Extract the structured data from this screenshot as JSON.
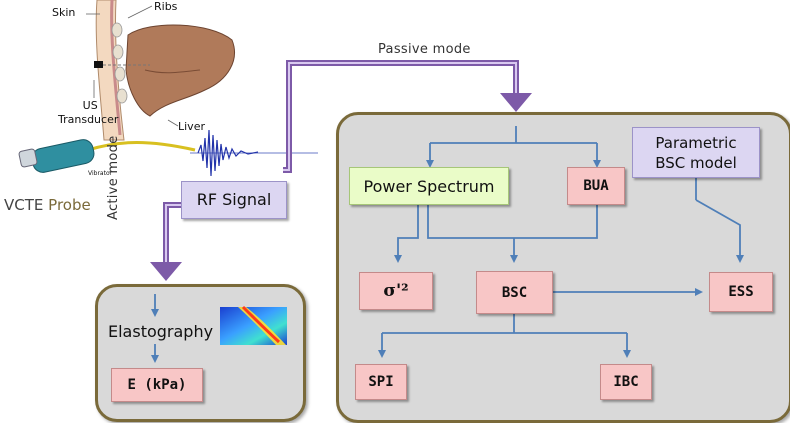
{
  "anatomy": {
    "skin": "Skin",
    "ribs": "Ribs",
    "us_transducer_line1": "US",
    "us_transducer_line2": "Transducer",
    "liver": "Liver"
  },
  "probe": {
    "vibrator": "Vibrator",
    "vcte_prefix": "VCTE",
    "vcte_suffix": "Probe"
  },
  "rf_signal": "RF Signal",
  "passive_mode": "Passive mode",
  "active_mode": "Active mode",
  "active_panel": {
    "elastography": "Elastography",
    "e_kpa": "E (kPa)"
  },
  "passive_panel": {
    "power_spectrum": "Power Spectrum",
    "bua": "BUA",
    "parametric_line1": "Parametric",
    "parametric_line2": "BSC model",
    "sigma": "σ'²",
    "bsc": "BSC",
    "ess": "ESS",
    "spi": "SPI",
    "ibc": "IBC"
  },
  "colors": {
    "panel_fill": "#d9d9d9",
    "panel_border": "#7a6a3a",
    "arrow_blue": "#4f7fb8",
    "mode_arrow": "#7d5aa8",
    "red_box": "#f8c6c6",
    "green_box": "#eafcc8",
    "lavender_box": "#dcd6f2"
  }
}
